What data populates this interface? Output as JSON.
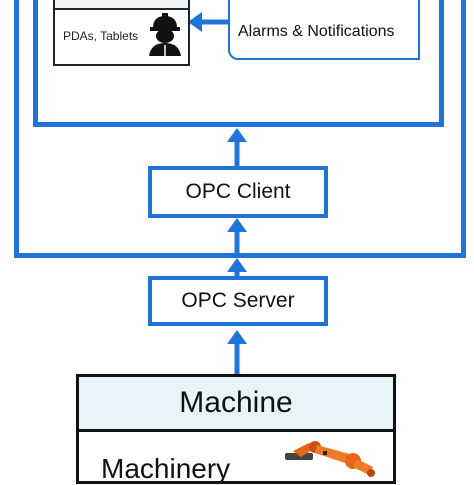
{
  "diagram": {
    "devices_label": "PDAs, Tablets",
    "alarms_label": "Alarms & Notifications",
    "opc_client_label": "OPC Client",
    "opc_server_label": "OPC Server",
    "machine_label": "Machine",
    "machinery_label": "Machinery",
    "device_icon": "worker-icon",
    "robot_icon": "robot-arm-icon",
    "accent_color": "#1e74d8"
  }
}
